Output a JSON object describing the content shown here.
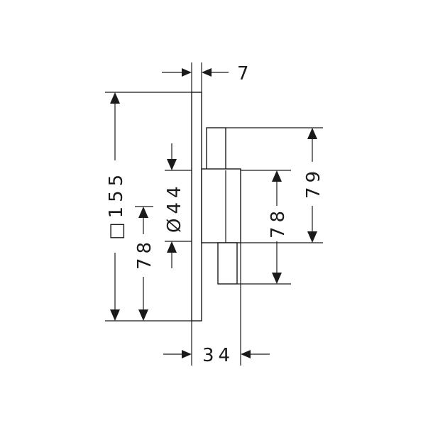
{
  "dimensions": {
    "plate_thickness": "7",
    "plate_size": "□155",
    "bore_diameter": "Ø44",
    "left_offset": "78",
    "right_offset": "78",
    "right_height": "79",
    "depth": "34"
  }
}
